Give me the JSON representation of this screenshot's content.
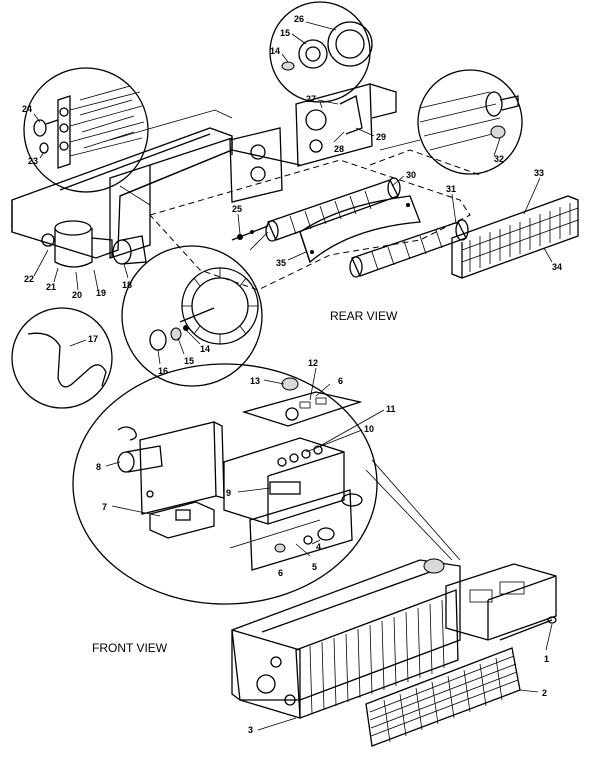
{
  "view_labels": {
    "rear": "REAR VIEW",
    "front": "FRONT VIEW"
  },
  "part_numbers": {
    "p1": "1",
    "p2": "2",
    "p3": "3",
    "p4": "4",
    "p5": "5",
    "p6a": "6",
    "p6b": "6",
    "p7": "7",
    "p8": "8",
    "p9": "9",
    "p10": "10",
    "p11": "11",
    "p12": "12",
    "p13": "13",
    "p14a": "14",
    "p14b": "14",
    "p15a": "15",
    "p15b": "15",
    "p16": "16",
    "p17": "17",
    "p18": "18",
    "p19": "19",
    "p20": "20",
    "p21": "21",
    "p22": "22",
    "p23": "23",
    "p24": "24",
    "p25": "25",
    "p26": "26",
    "p27": "27",
    "p28": "28",
    "p29": "29",
    "p30": "30",
    "p31": "31",
    "p32": "32",
    "p33": "33",
    "p34": "34",
    "p35": "35"
  }
}
